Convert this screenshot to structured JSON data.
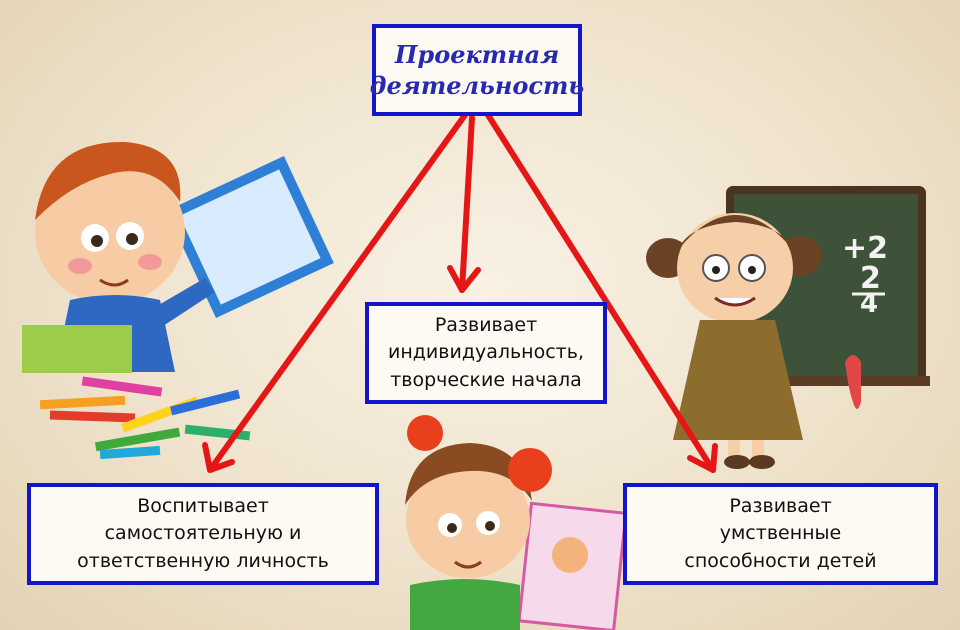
{
  "title": "Проектная\nдеятельность",
  "boxes": {
    "center": "Развивает\nиндивидуальность,\nтворческие начала",
    "left": "Воспитывает\nсамостоятельную и\nответственную личность",
    "right": "Развивает\nумственные\nспособности детей"
  },
  "blackboard": {
    "line1": "+2",
    "line2": "2",
    "line3": "4"
  },
  "colors": {
    "box_border": "#1414c8",
    "arrow": "#e51616",
    "title_text": "#2828b0"
  }
}
